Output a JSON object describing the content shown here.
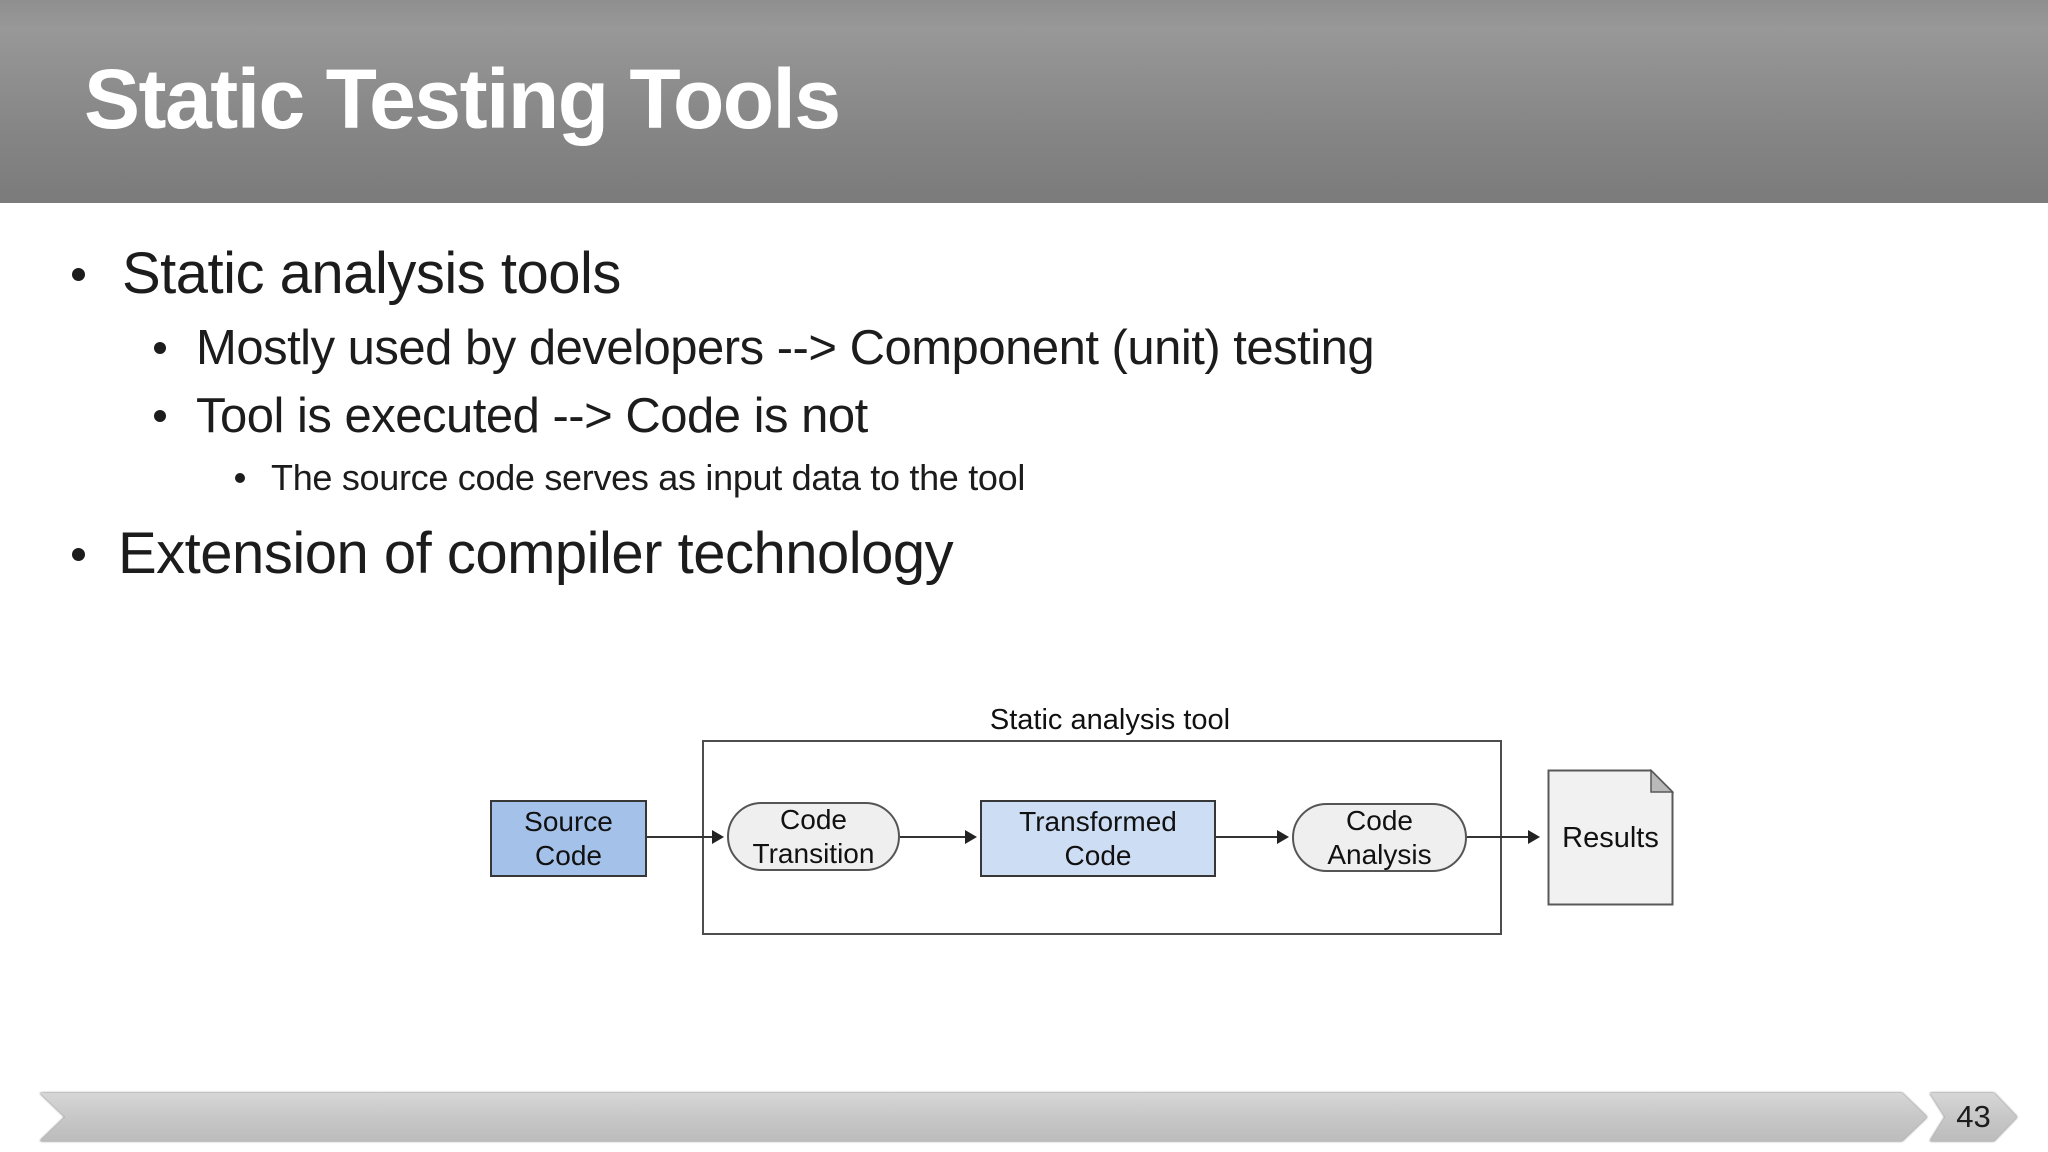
{
  "slide": {
    "title": "Static Testing Tools",
    "page_number": "43"
  },
  "bullets": [
    {
      "level": 1,
      "text": "Static analysis tools"
    },
    {
      "level": 2,
      "text": "Mostly used by developers --> Component (unit) testing"
    },
    {
      "level": 2,
      "text": "Tool is executed --> Code is not"
    },
    {
      "level": 3,
      "text": "The source code serves as input data to the tool"
    },
    {
      "level": 1,
      "text": "Extension of compiler technology"
    }
  ],
  "diagram": {
    "label": "Static analysis tool",
    "nodes": [
      {
        "id": "source-code",
        "shape": "rectangle",
        "line1": "Source",
        "line2": "Code",
        "fill": "#a3c1e9"
      },
      {
        "id": "code-transition",
        "shape": "stadium",
        "line1": "Code",
        "line2": "Transition",
        "fill": "#efefef"
      },
      {
        "id": "transformed-code",
        "shape": "rectangle",
        "line1": "Transformed",
        "line2": "Code",
        "fill": "#cdddf3"
      },
      {
        "id": "code-analysis",
        "shape": "stadium",
        "line1": "Code",
        "line2": "Analysis",
        "fill": "#efefef"
      },
      {
        "id": "results",
        "shape": "document",
        "line1": "Results",
        "fill": "#f1f1f1"
      }
    ],
    "connections": [
      "source-code -> code-transition",
      "code-transition -> transformed-code",
      "transformed-code -> code-analysis",
      "code-analysis -> results"
    ]
  },
  "colors": {
    "header_gradient_top": "#989898",
    "header_gradient_bottom": "#7b7b7b",
    "title_text": "#ffffff",
    "body_text": "#1c1c1c",
    "node_blue_medium": "#a3c1e9",
    "node_blue_light": "#cdddf3",
    "node_gray": "#efefef",
    "diagram_border": "#4d4d4d",
    "footer_bar_fill": "#c9c9c9"
  }
}
